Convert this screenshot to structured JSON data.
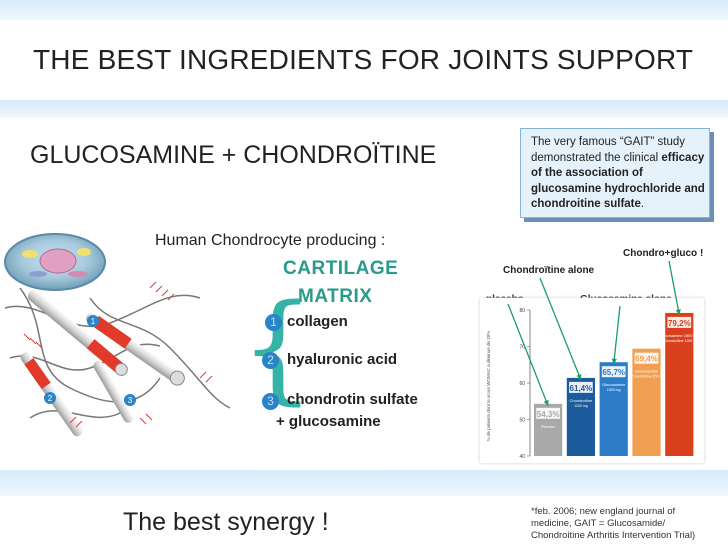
{
  "title": "THE BEST INGREDIENTS FOR JOINTS SUPPORT",
  "subtitle": "GLUCOSAMINE + CHONDROÏTINE",
  "callout": {
    "part1": "The very famous “GAIT” study demonstrated the clinical ",
    "bold": "efficacy of the association of glucosamine hydrochloride and chondroitine sulfate",
    "end": "."
  },
  "diagram": {
    "producing": "Human Chondrocyte producing :",
    "cartilage_line1": "CARTILAGE",
    "cartilage_line2": "MATRIX",
    "items": [
      {
        "num": "1",
        "label": "collagen"
      },
      {
        "num": "2",
        "label": "hyaluronic acid"
      },
      {
        "num": "3",
        "label": "chondrotin sulfate"
      }
    ],
    "plus": "+ glucosamine",
    "fiber_numbers": [
      "1",
      "2",
      "3"
    ]
  },
  "chart_labels": {
    "chondro_gluco": "Chondro+gluco !",
    "chondroitine_alone": "Chondroïtine alone",
    "placebo": "placebo",
    "glucosamine_alone": "Glucosamine alone"
  },
  "chart_data": {
    "type": "bar",
    "ylim": [
      40,
      80
    ],
    "yticks": [
      "40",
      "50",
      "60",
      "70",
      "80"
    ],
    "ylabel": "% de patients dont le score WOMAC a diminué de 20%",
    "bars": [
      {
        "value": 54.3,
        "label": "54,3%",
        "name": "Placebo",
        "sub": "",
        "color": "#a9a9a9"
      },
      {
        "value": 61.4,
        "label": "61,4%",
        "name": "Chondroitine",
        "sub": "1200 mg",
        "color": "#1c5c9c"
      },
      {
        "value": 65.7,
        "label": "65,7%",
        "name": "Glucosamine",
        "sub": "1500 mg",
        "color": "#2c7cc8"
      },
      {
        "value": 69.4,
        "label": "69,4%",
        "name": "Glucosamine",
        "sub": "+ Chondroïtine 200 mg",
        "color": "#f0a050"
      },
      {
        "value": 79.2,
        "label": "79,2%",
        "name": "Glucosamine 1500 mg",
        "sub": "+ Chondroïtine 1200 mg",
        "color": "#d9411e"
      }
    ],
    "colors": {
      "placebo": "#a9a9a9",
      "chondroitine": "#1c5c9c",
      "glucosamine": "#2c7cc8",
      "combo_low": "#f0a050",
      "combo": "#d9411e",
      "arrow": "#1aa060"
    }
  },
  "footnote": "*feb. 2006; new england journal of medicine, GAIT = Glucosamide/ Chondroitine Arthritis Intervention Trial)",
  "bottom_title": "The best synergy !"
}
